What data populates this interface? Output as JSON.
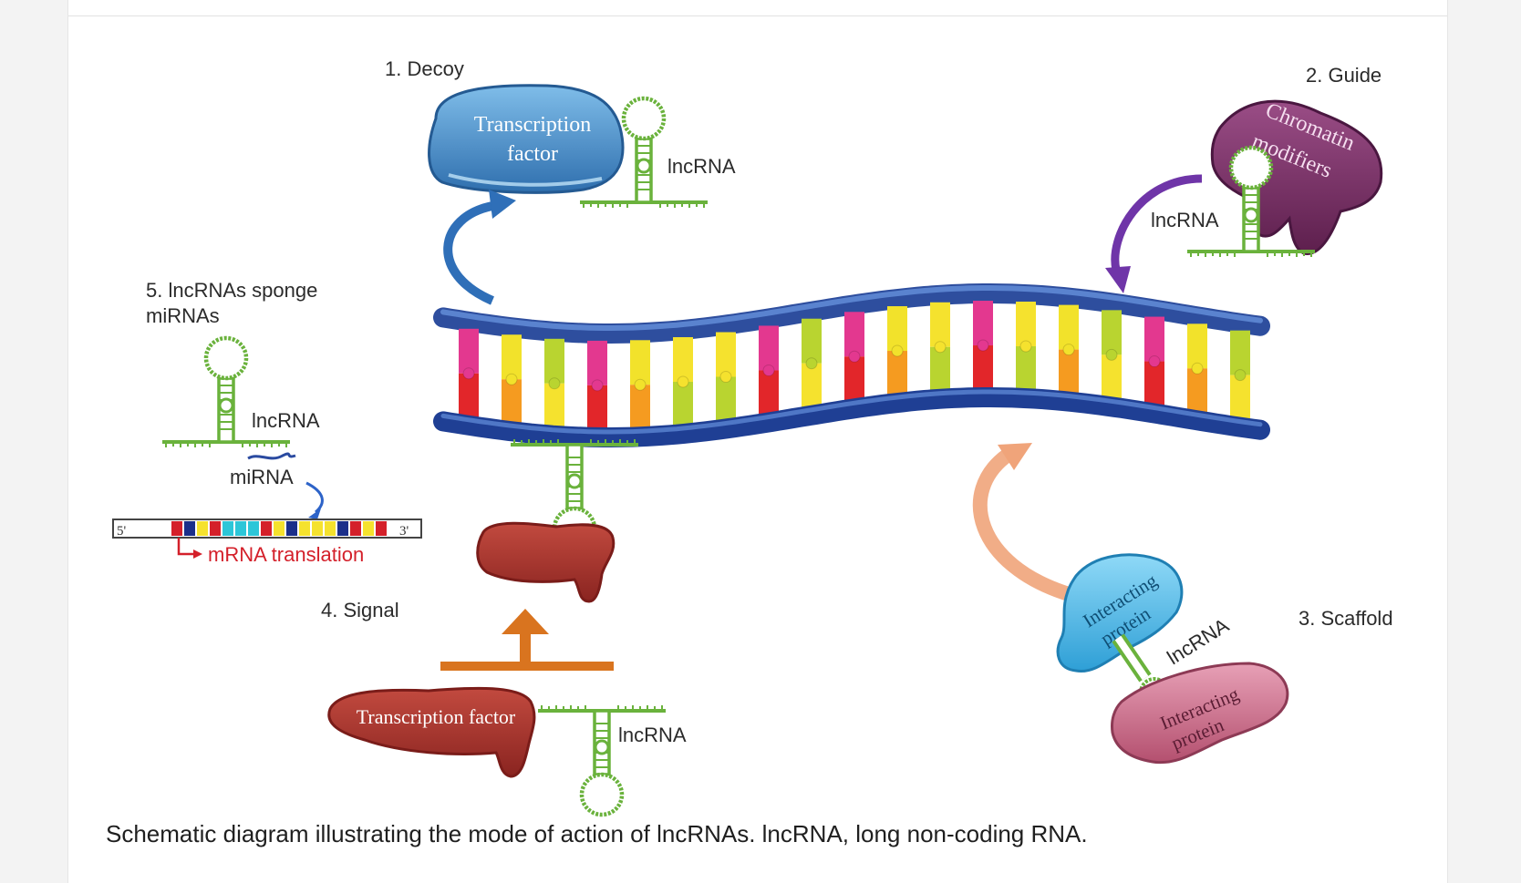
{
  "labels": {
    "decoy": "1. Decoy",
    "guide": "2. Guide",
    "scaffold": "3. Scaffold",
    "signal": "4. Signal",
    "sponge_line1": "5. lncRNAs sponge",
    "sponge_line2": "miRNAs"
  },
  "inline_text": {
    "lncrna": "lncRNA",
    "mirna": "miRNA",
    "mrna_translation": "mRNA translation",
    "five_prime": "5'",
    "three_prime": "3'",
    "tf_line1": "Transcription",
    "tf_line2": "factor",
    "tf_single": "Transcription factor",
    "chromatin_line1": "Chromatin",
    "chromatin_line2": "modifiers",
    "interacting_line1": "Interacting",
    "interacting_line2": "protein"
  },
  "caption": "Schematic diagram illustrating the mode of action of lncRNAs. lncRNA, long non-coding RNA.",
  "colors": {
    "rna_green": "#6ab23c",
    "tf_blue": "#3f88c8",
    "chromatin_purple": "#7b2d66",
    "tf_red": "#a8312b",
    "interacting_cyan": "#47b9e8",
    "interacting_pink": "#c86787",
    "dna_blue": "#2e4e9e",
    "arrow_orange": "#d9741f",
    "arrow_purple": "#6f35a8",
    "arrow_peach": "#f0a47a"
  }
}
